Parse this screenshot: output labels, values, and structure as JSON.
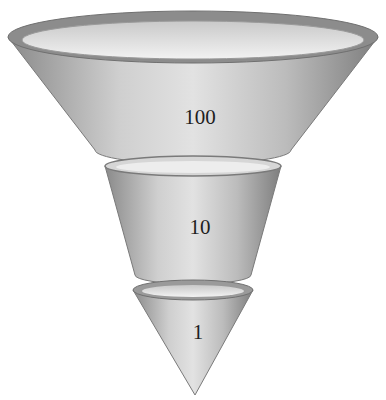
{
  "diagram": {
    "nodes": [
      {
        "text": [
          "100"
        ]
      },
      {
        "text": [
          "10"
        ]
      },
      {
        "text": [
          "1"
        ]
      }
    ]
  }
}
